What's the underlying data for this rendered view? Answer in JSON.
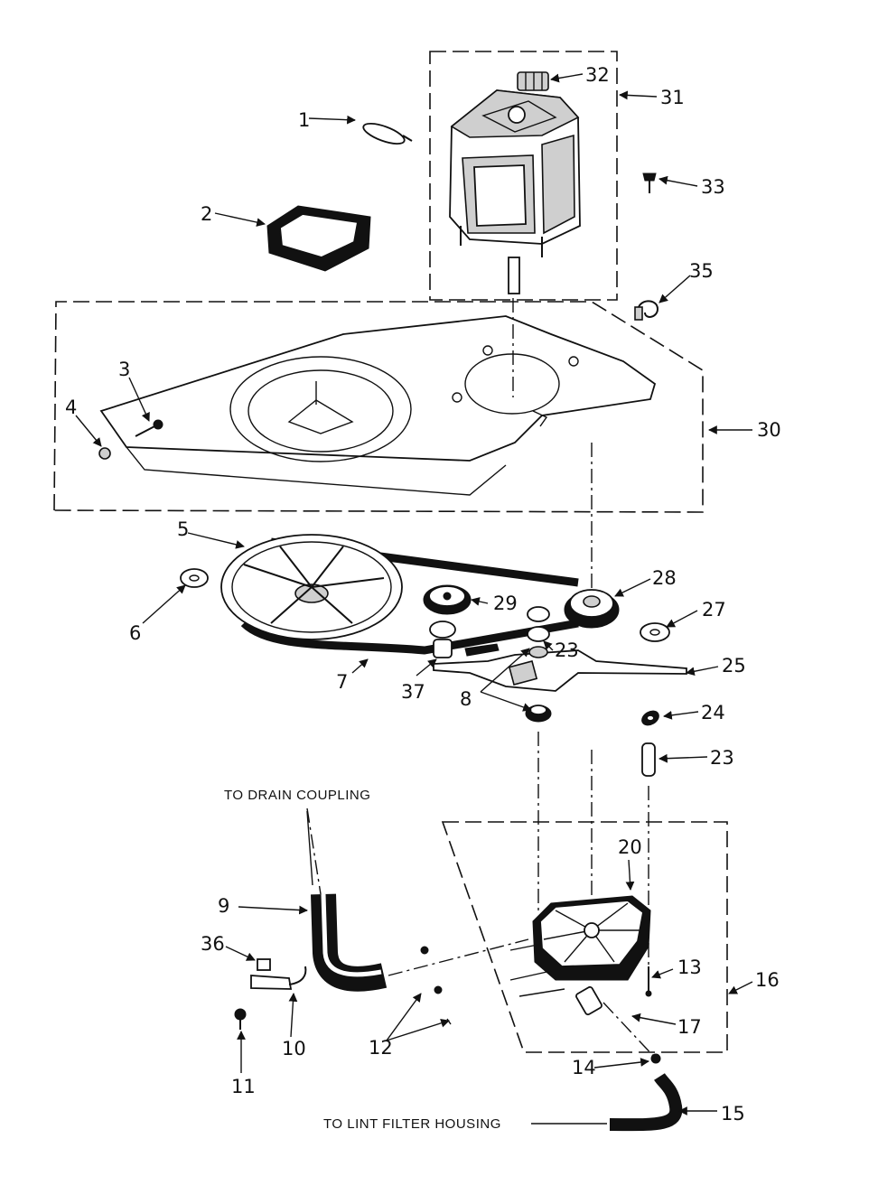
{
  "labels": {
    "p1": "1",
    "p2": "2",
    "p3": "3",
    "p4": "4",
    "p5": "5",
    "p6": "6",
    "p7": "7",
    "p8": "8",
    "p9": "9",
    "p10": "10",
    "p11": "11",
    "p12": "12",
    "p13": "13",
    "p14": "14",
    "p15": "15",
    "p16": "16",
    "p17": "17",
    "p20": "20",
    "p23a": "23",
    "p23b": "23",
    "p24": "24",
    "p25": "25",
    "p27": "27",
    "p28": "28",
    "p29": "29",
    "p30": "30",
    "p31": "31",
    "p32": "32",
    "p33": "33",
    "p35": "35",
    "p36": "36",
    "p37": "37"
  },
  "notes": {
    "drain": "TO DRAIN COUPLING",
    "lint": "TO LINT FILTER HOUSING"
  }
}
